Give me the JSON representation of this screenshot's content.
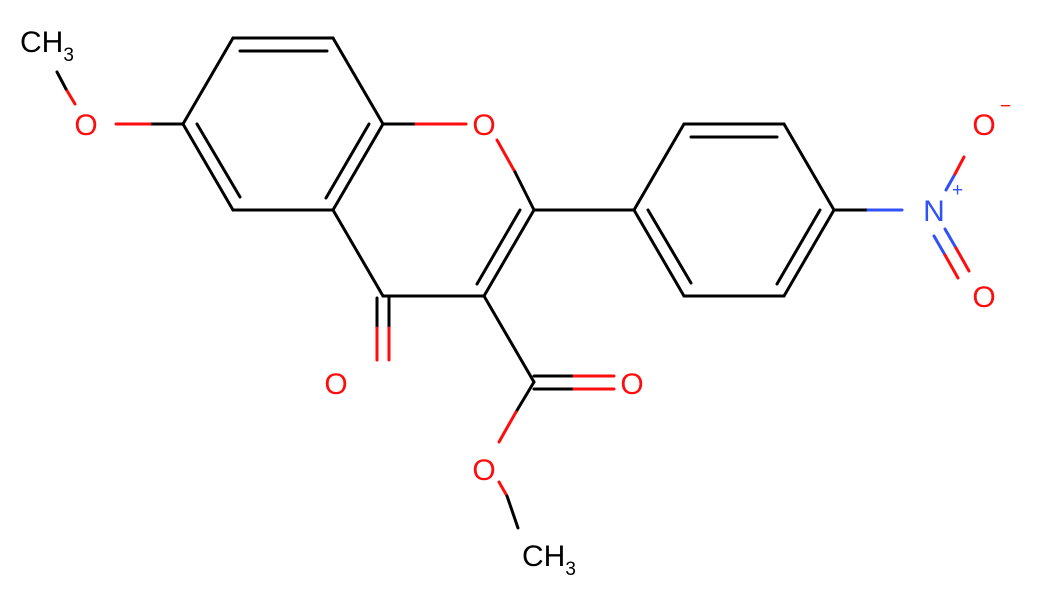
{
  "colors": {
    "bond": "#000000",
    "oxygen": "#ff0d0d",
    "nitrogen": "#3050f8",
    "carbon_label": "#000000",
    "background": "#ffffff"
  },
  "atoms": {
    "methyl_top": {
      "main": "CH",
      "sub": "3"
    },
    "methoxy_o": "O",
    "ring_o": "O",
    "keto_o": "O",
    "ester_carbonyl_o": "O",
    "ester_o": "O",
    "methyl_bottom": {
      "main": "CH",
      "sub": "3"
    },
    "nitro_n": "N",
    "nitro_n_charge": "+",
    "nitro_o_minus": "O",
    "nitro_o_minus_charge": "−",
    "nitro_o": "O"
  }
}
